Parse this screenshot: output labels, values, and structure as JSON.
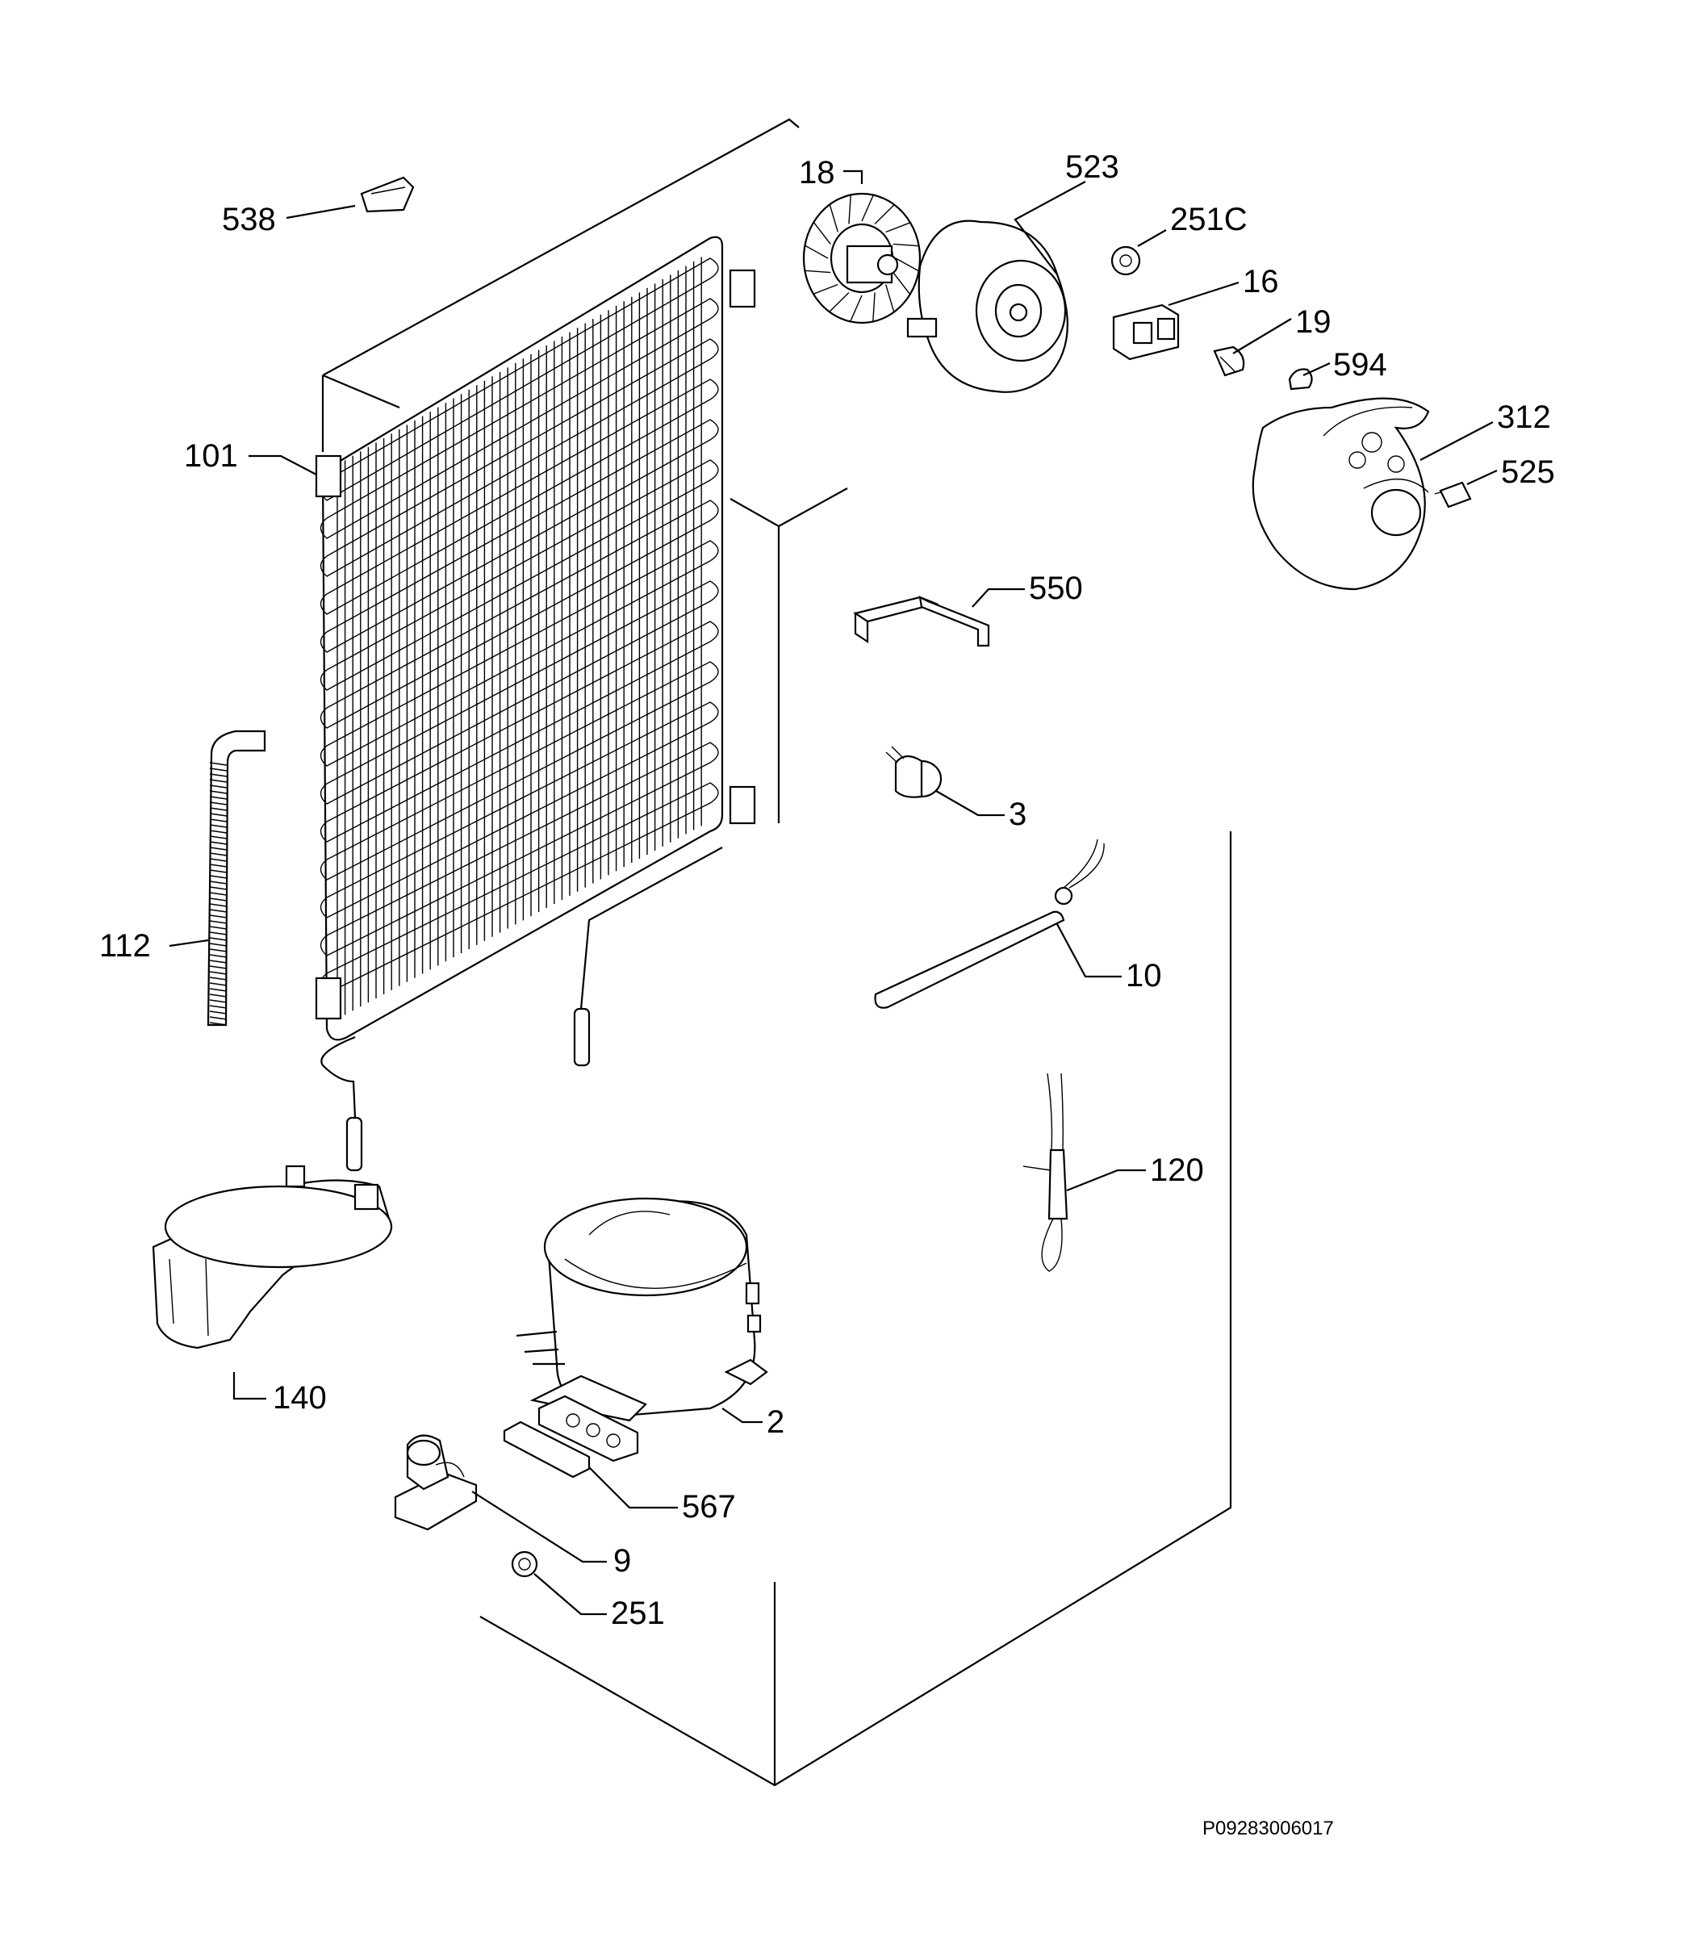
{
  "diagram": {
    "drawing_code": "P09283006017",
    "callouts": [
      {
        "id": "538",
        "text": "538"
      },
      {
        "id": "18",
        "text": "18"
      },
      {
        "id": "523",
        "text": "523"
      },
      {
        "id": "251c",
        "text": "251C"
      },
      {
        "id": "16",
        "text": "16"
      },
      {
        "id": "19",
        "text": "19"
      },
      {
        "id": "594",
        "text": "594"
      },
      {
        "id": "312",
        "text": "312"
      },
      {
        "id": "525",
        "text": "525"
      },
      {
        "id": "101",
        "text": "101"
      },
      {
        "id": "550",
        "text": "550"
      },
      {
        "id": "3",
        "text": "3"
      },
      {
        "id": "112",
        "text": "112"
      },
      {
        "id": "10",
        "text": "10"
      },
      {
        "id": "120",
        "text": "120"
      },
      {
        "id": "140",
        "text": "140"
      },
      {
        "id": "2",
        "text": "2"
      },
      {
        "id": "567",
        "text": "567"
      },
      {
        "id": "9",
        "text": "9"
      },
      {
        "id": "251",
        "text": "251"
      }
    ]
  }
}
